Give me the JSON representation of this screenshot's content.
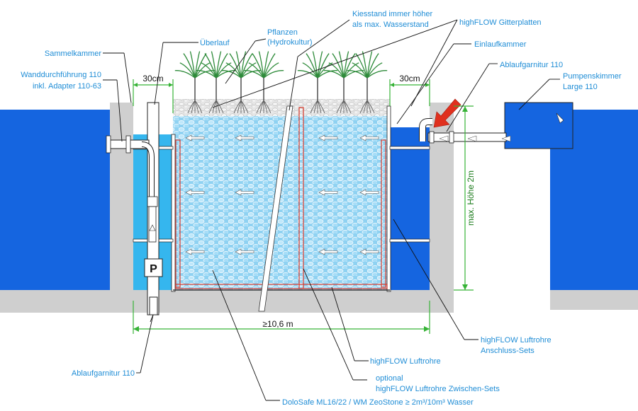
{
  "labels": {
    "sammelkammer": "Sammelkammer",
    "wanddurchfuehrung_1": "Wanddurchführung 110",
    "wanddurchfuehrung_2": "inkl. Adapter 110-63",
    "ueberlauf": "Überlauf",
    "pflanzen_1": "Pflanzen",
    "pflanzen_2": "(Hydrokultur)",
    "kiesstand_1": "Kiesstand immer höher",
    "kiesstand_2": "als max. Wasserstand",
    "gitterplatten": "highFLOW Gitterplatten",
    "einlaufkammer": "Einlaufkammer",
    "ablaufgarnitur_top": "Ablaufgarnitur 110",
    "pumpenskimmer_1": "Pumpenskimmer",
    "pumpenskimmer_2": "Large 110",
    "luftrohre_anschluss_1": "highFLOW Luftrohre",
    "luftrohre_anschluss_2": "Anschluss-Sets",
    "luftrohre": "highFLOW Luftrohre",
    "zwischen_1": "optional",
    "zwischen_2": "highFLOW Luftrohre Zwischen-Sets",
    "ablaufgarnitur_bottom": "Ablaufgarnitur 110",
    "substrate": "DoloSafe ML16/22  /  WM ZeoStone ≥ 2m³/10m³ Wasser",
    "pump_symbol": "P"
  },
  "dimensions": {
    "left_chamber": "30cm",
    "right_chamber": "30cm",
    "total_length": "≥10,6 m",
    "max_height": "max. Höhe 2m"
  },
  "colors": {
    "water": "#1565e0",
    "light_water": "#35b6ee",
    "filter_blue": "#8ed3f3",
    "concrete": "#cfcfcf",
    "dimension_green": "#37b337",
    "label_blue": "#1f8dd6",
    "tube_red": "#d93a2b",
    "red_arrow": "#e0301e"
  }
}
